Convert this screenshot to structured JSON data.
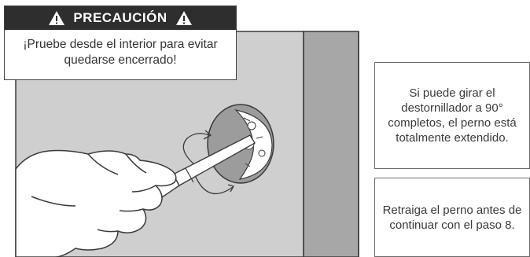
{
  "caution": {
    "title": "PRECAUCIÓN",
    "message": "¡Pruebe desde el interior para evitar quedarse encerrado!"
  },
  "notes": [
    {
      "text": "Si puede girar el destornillador a 90° completos, el perno está totalmente extendido."
    },
    {
      "text": "Retraiga el perno antes de continuar con el paso 8."
    }
  ],
  "colors": {
    "door_face": "#cfcfcf",
    "door_edge": "#a7a7a7",
    "header_bg": "#2e2e2e"
  },
  "icons": [
    "warning-icon",
    "warning-icon"
  ]
}
